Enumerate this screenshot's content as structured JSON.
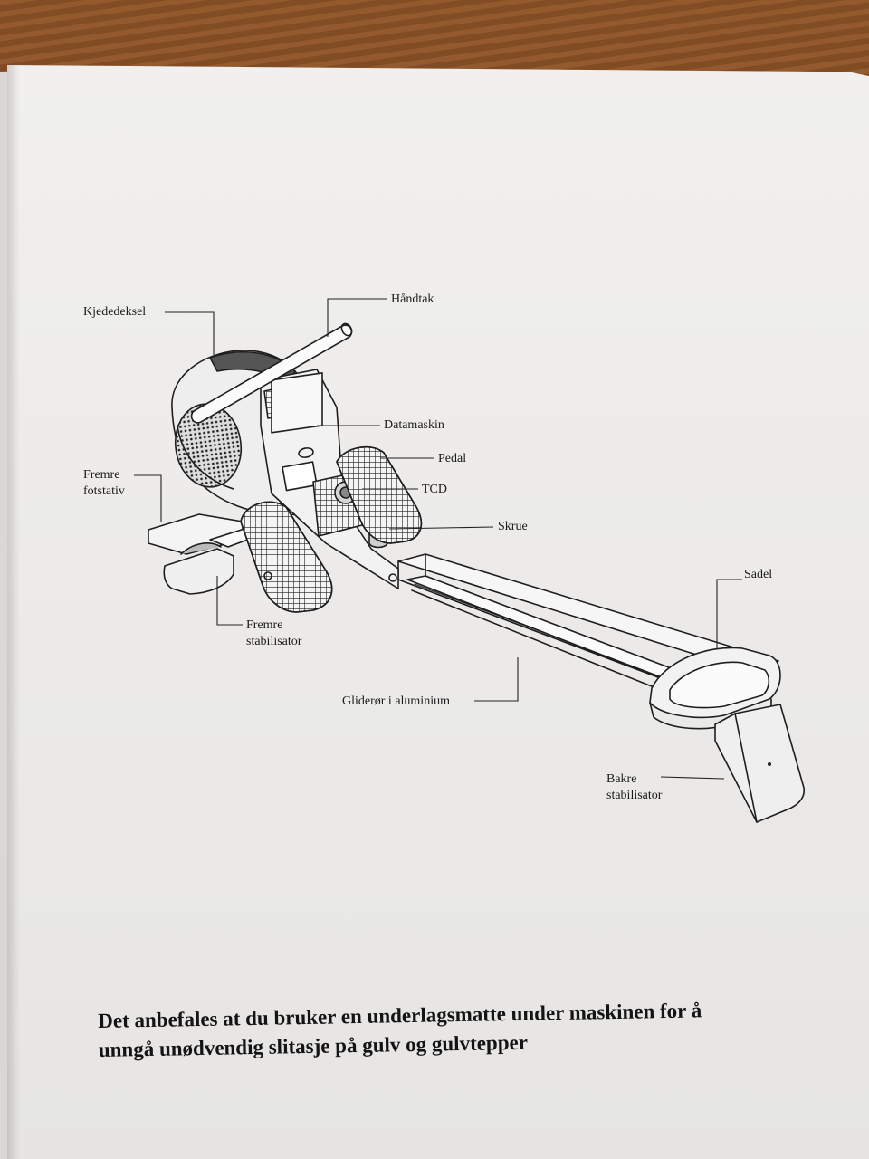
{
  "diagram": {
    "labels": {
      "kjededeksel": "Kjededeksel",
      "handtak": "Håndtak",
      "datamaskin": "Datamaskin",
      "pedal": "Pedal",
      "tcd": "TCD",
      "skrue": "Skrue",
      "fremre_fotstativ": [
        "Fremre",
        "fotstativ"
      ],
      "fremre_stabilisator": [
        "Fremre",
        "stabilisator"
      ],
      "sadel": "Sadel",
      "glideror": "Gliderør i aluminium",
      "bakre_stabilisator": [
        "Bakre",
        "stabilisator"
      ]
    }
  },
  "notice": {
    "line1": "Det anbefales at du bruker en underlagsmatte under maskinen for å",
    "line2": "unngå unødvendig slitasje på gulv og gulvtepper"
  }
}
